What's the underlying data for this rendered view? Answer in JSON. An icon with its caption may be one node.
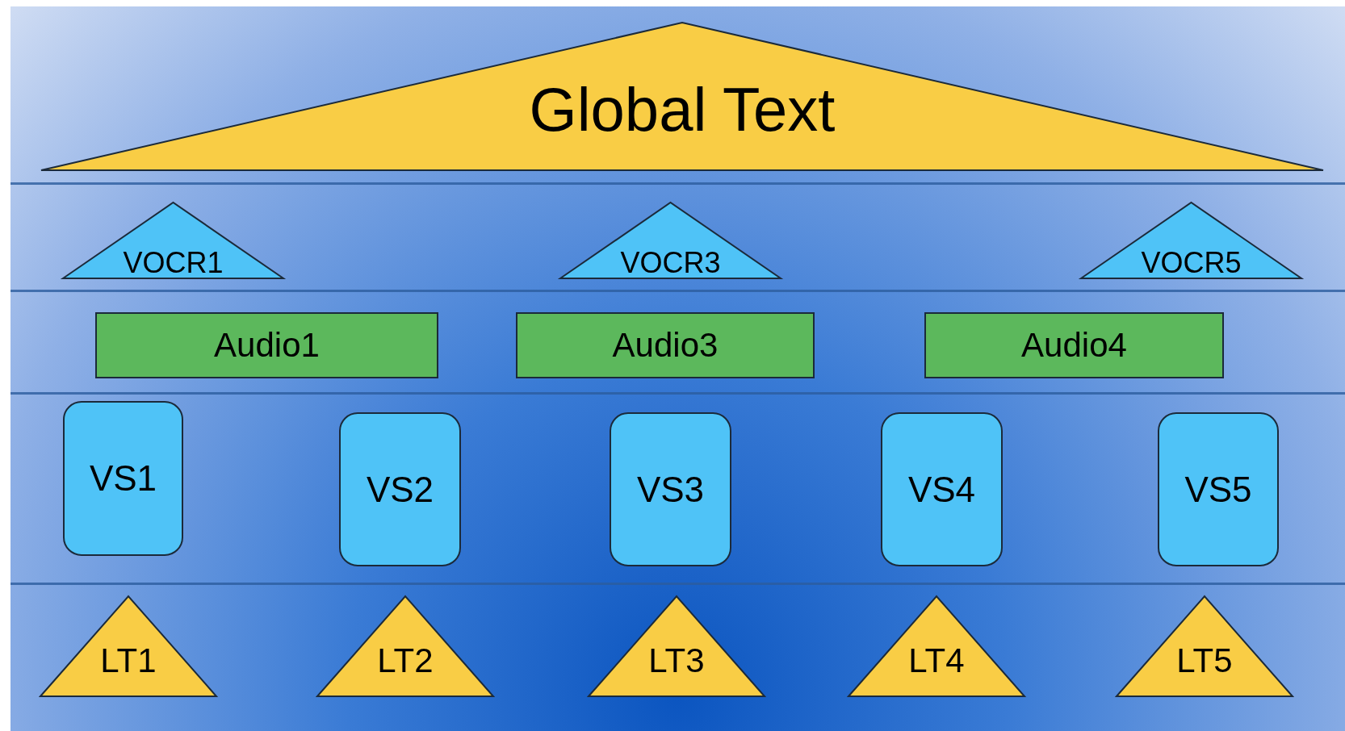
{
  "diagram": {
    "nodes": [
      {
        "text": [
          "Global Text"
        ]
      },
      {
        "text": [
          "VOCR1"
        ]
      },
      {
        "text": [
          "VOCR3"
        ]
      },
      {
        "text": [
          "VOCR5"
        ]
      },
      {
        "text": [
          "Audio1"
        ]
      },
      {
        "text": [
          "Audio3"
        ]
      },
      {
        "text": [
          "Audio4"
        ]
      },
      {
        "text": [
          "VS1"
        ]
      },
      {
        "text": [
          "VS2"
        ]
      },
      {
        "text": [
          "VS3"
        ]
      },
      {
        "text": [
          "VS4"
        ]
      },
      {
        "text": [
          "VS5"
        ]
      },
      {
        "text": [
          "LT1"
        ]
      },
      {
        "text": [
          "LT2"
        ]
      },
      {
        "text": [
          "LT3"
        ]
      },
      {
        "text": [
          "LT4"
        ]
      },
      {
        "text": [
          "LT5"
        ]
      }
    ],
    "edges": []
  }
}
